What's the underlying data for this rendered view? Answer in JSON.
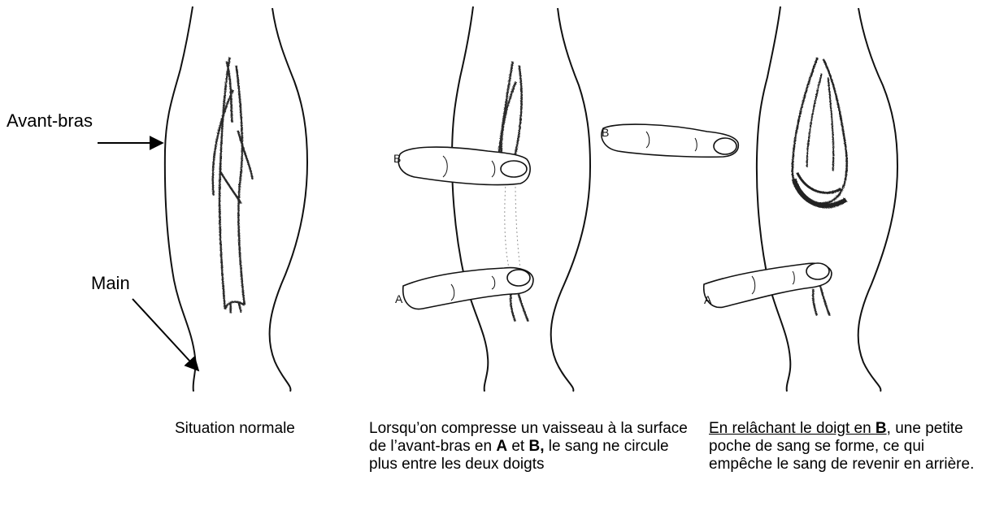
{
  "labels": {
    "forearm": "Avant-bras",
    "hand": "Main",
    "finger_a": "A",
    "finger_b": "B"
  },
  "captions": {
    "panel1": "Situation normale",
    "panel2": {
      "part1": "Lorsqu’on compresse un vaisseau à la surface de l’avant-bras en ",
      "bold_a": "A",
      "part2": " et ",
      "bold_b": "B,",
      "part3": " le sang ne circule plus entre les deux doigts"
    },
    "panel3": {
      "underlined": "En relâchant le doigt en ",
      "bold_b": "B",
      "part2": ", une petite poche de sang se forme, ce qui empêche le sang de revenir en arrière."
    }
  },
  "colors": {
    "ink": "#000000",
    "vein": "#2a2a2a",
    "background": "#ffffff"
  }
}
